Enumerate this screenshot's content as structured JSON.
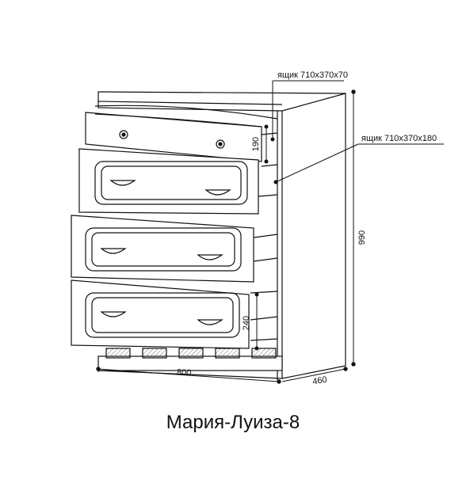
{
  "title": "Мария-Луиза-8",
  "callouts": {
    "small_drawer": "ящик 710х370х70",
    "large_drawer": "ящик 710х370х180"
  },
  "dimensions": {
    "width": "800",
    "depth": "460",
    "height": "990",
    "drawer_height_top": "190",
    "drawer_height_bottom": "240"
  },
  "colors": {
    "line": "#111111",
    "hatch": "#555555",
    "fill": "#ffffff"
  }
}
